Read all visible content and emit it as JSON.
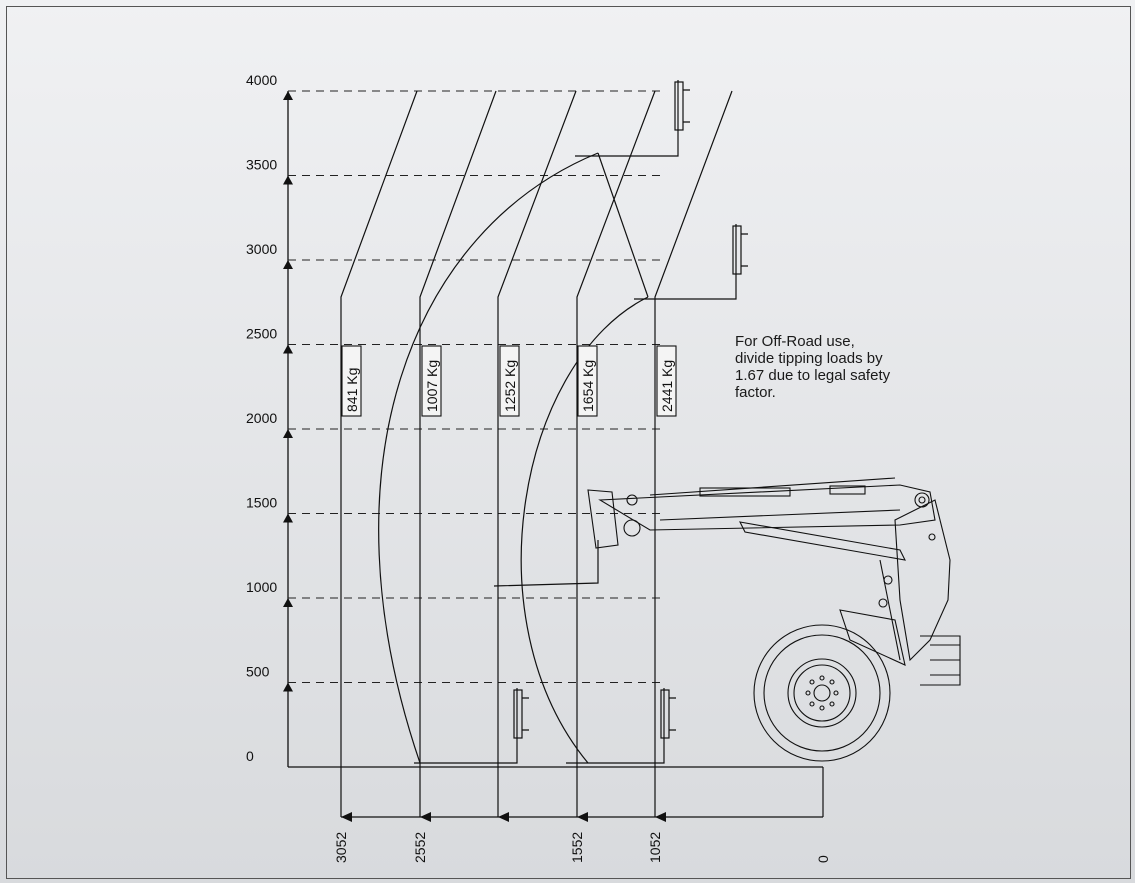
{
  "height_axis": {
    "ticks": [
      "0",
      "500",
      "1000",
      "1500",
      "2000",
      "2500",
      "3000",
      "3500",
      "4000"
    ]
  },
  "reach_axis": {
    "ticks": [
      "3052",
      "2552",
      "1552",
      "1052",
      "0"
    ]
  },
  "load_zones": [
    "841 Kg",
    "1007 Kg",
    "1252 Kg",
    "1654 Kg",
    "2441 Kg"
  ],
  "note": {
    "lines": [
      "For Off-Road use,",
      "divide tipping loads by",
      "1.67 due to legal safety",
      "factor."
    ]
  },
  "colors": {
    "line": "#111111",
    "background_top": "#f0f1f3",
    "background_bottom": "#d8dadd"
  }
}
